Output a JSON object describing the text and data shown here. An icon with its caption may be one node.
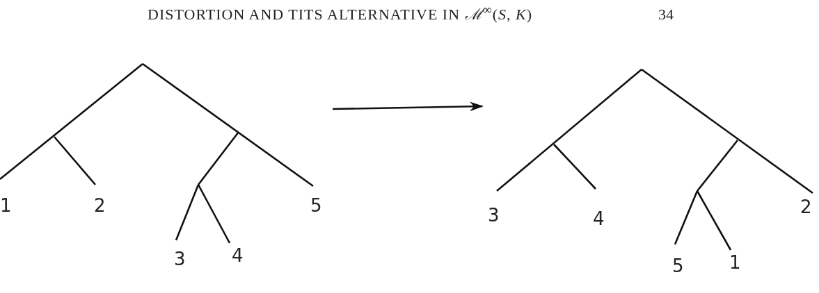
{
  "diagram": {
    "title": "DISTORTION AND TITS ALTERNATIVE IN *ℳ*$^{∞}$(*S*, *K*)",
    "nodes": [
      {
        "text": [
          "1",
          "2",
          "5",
          "3",
          "4"
        ]
      },
      {
        "text": [
          "3",
          "4",
          "2",
          "5",
          "1"
        ]
      }
    ],
    "edges": [
      {
        "from": 0,
        "to": 1,
        "arrow": "to"
      }
    ],
    "labels": [
      "34"
    ]
  }
}
